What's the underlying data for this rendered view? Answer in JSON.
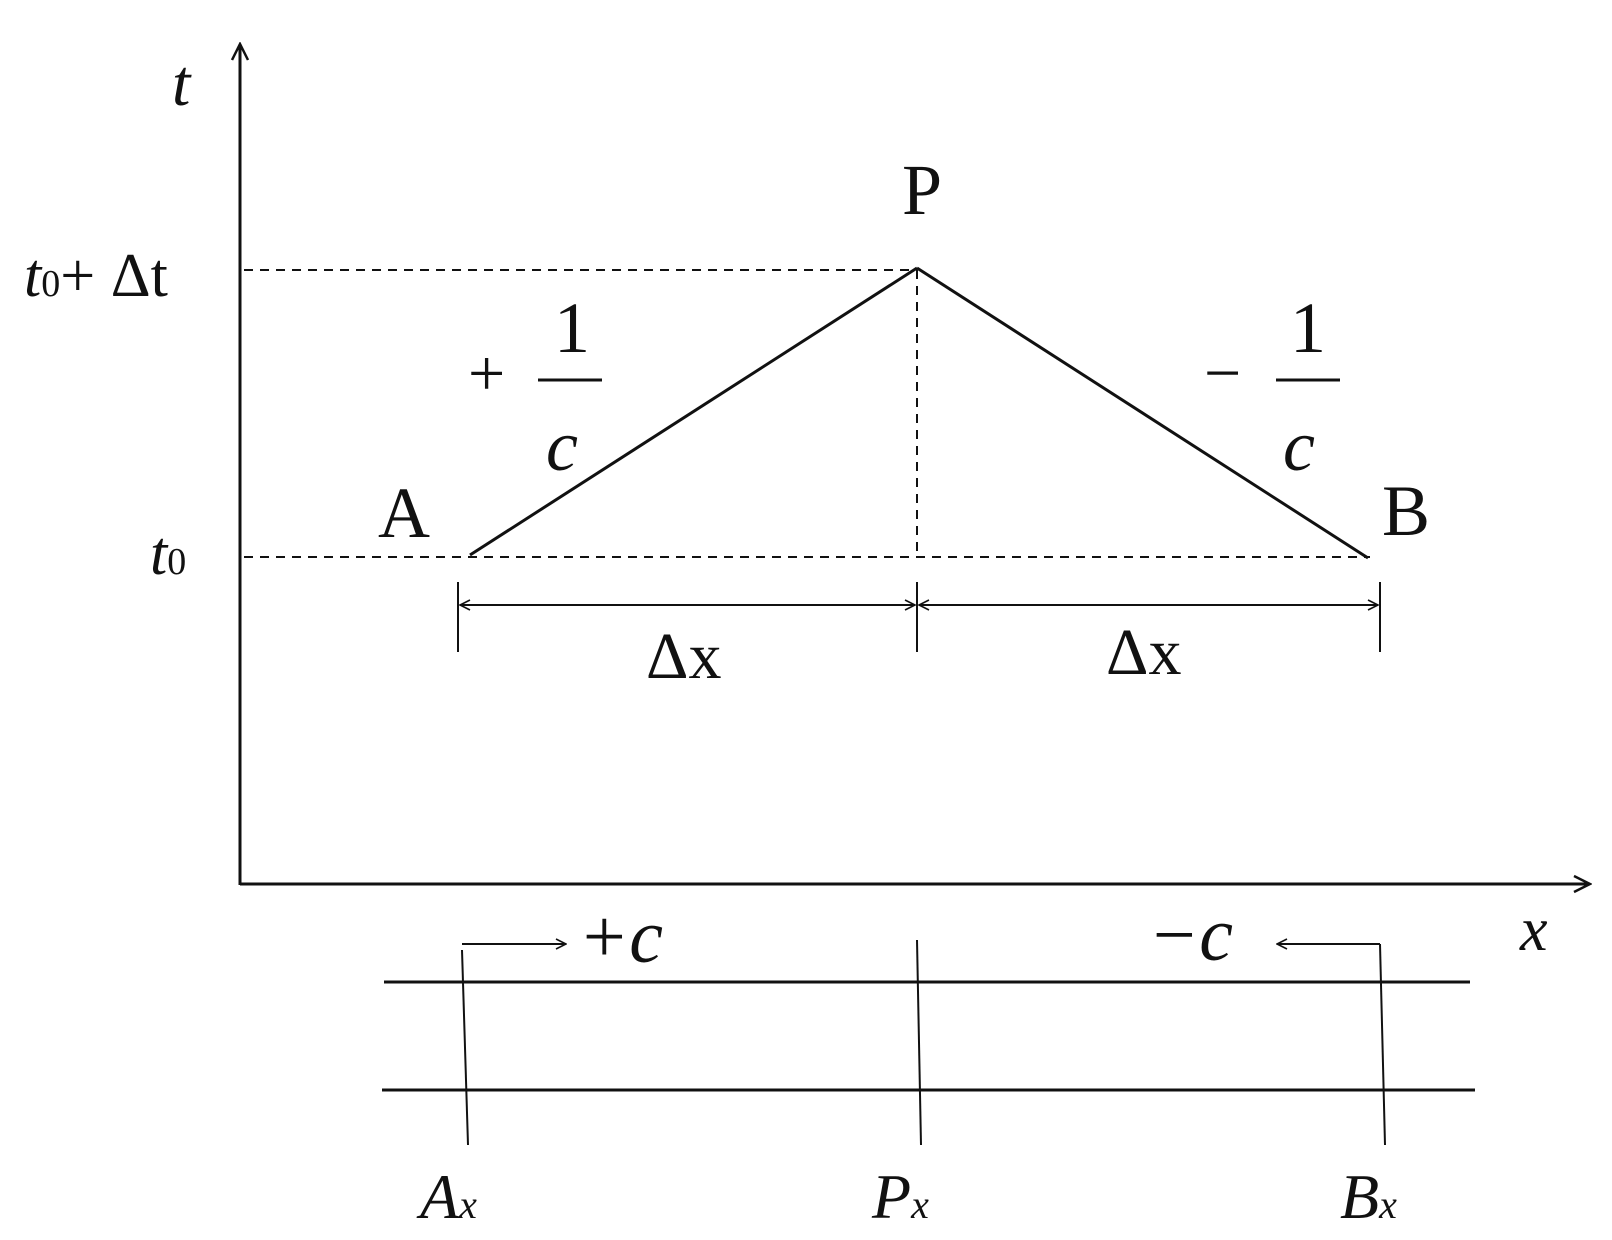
{
  "axes": {
    "y_label": "t",
    "x_label": "x"
  },
  "levels": {
    "upper_t": "t",
    "upper_sub": "0",
    "upper_rest": "+ Δt",
    "lower_t": "t",
    "lower_sub": "0"
  },
  "points": {
    "A": "A",
    "P": "P",
    "B": "B"
  },
  "slopes": {
    "left_sign": "+",
    "left_num": "1",
    "left_den": "c",
    "right_sign": "−",
    "right_num": "1",
    "right_den": "c"
  },
  "spacing": {
    "left": "Δx",
    "right": "Δx"
  },
  "waves": {
    "forward": "+c",
    "backward": "−c"
  },
  "locations": {
    "A_main": "A",
    "A_sub": "x",
    "P_main": "P",
    "P_sub": "x",
    "B_main": "B",
    "B_sub": "x"
  },
  "colors": {
    "line": "#111111",
    "background": "#ffffff"
  }
}
